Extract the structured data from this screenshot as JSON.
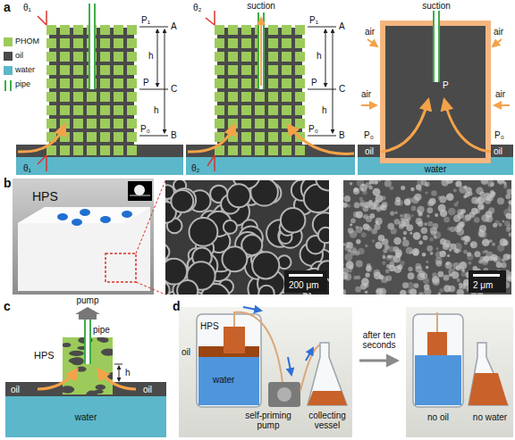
{
  "diagram": {
    "labels": [
      "a",
      "θ₁",
      "P₁",
      "A",
      "h",
      "P",
      "C",
      "h",
      "P₀",
      "B",
      "θ₁",
      "θ₂",
      "suction",
      "P₁",
      "A",
      "h",
      "P",
      "C",
      "h",
      "P₀",
      "B",
      "θ₂",
      "air",
      "suction",
      "air",
      "air",
      "P",
      "air",
      "P₀",
      "oil",
      "P₀",
      "oil",
      "water",
      "b",
      "HPS",
      "200 μm",
      "2 μm",
      "c",
      "pump",
      "pipe",
      "HPS",
      "h",
      "oil",
      "oil",
      "water",
      "d",
      "HPS",
      "oil",
      "water",
      "self-priming pump",
      "collecting vessel",
      "after ten seconds",
      "no oil",
      "no water"
    ],
    "legend": [
      {
        "text": "PHOM",
        "color": "#9ccb5b"
      },
      {
        "text": "oil",
        "color": "#4a4a4a"
      },
      {
        "text": "water",
        "color": "#5bb7c9"
      },
      {
        "text": "pipe"
      }
    ]
  }
}
